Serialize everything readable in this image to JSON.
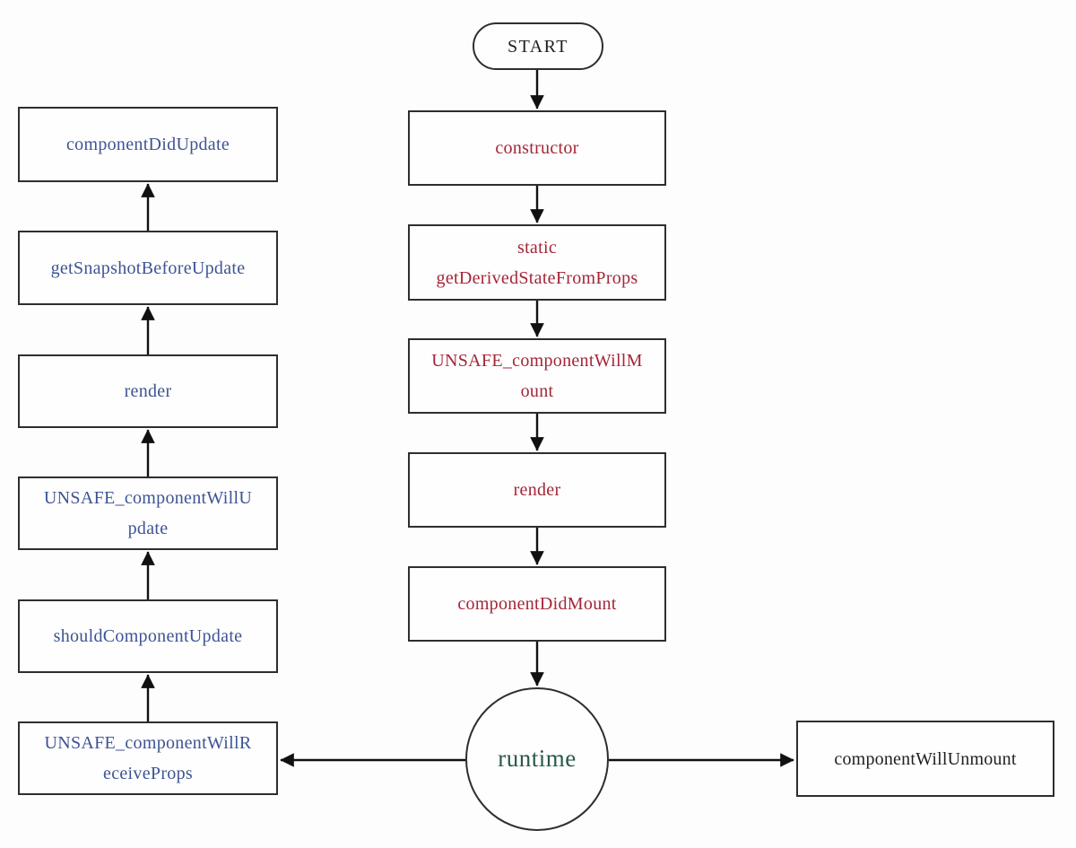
{
  "colors": {
    "update_text": "#3d5494",
    "mount_text": "#a32638",
    "runtime_text": "#29594a",
    "plain_text": "#1f1f1f",
    "box_border": "#2e2e2e",
    "arrow": "#111111",
    "canvas_bg": "#fdfdfd"
  },
  "nodes": {
    "start": {
      "label": "START"
    },
    "constructor": {
      "label": "constructor"
    },
    "get_derived_state_from_props": {
      "label": "static getDerivedStateFromProps"
    },
    "unsafe_component_will_mount": {
      "label": "UNSAFE_componentWillMount"
    },
    "render_mount": {
      "label": "render"
    },
    "component_did_mount": {
      "label": "componentDidMount"
    },
    "runtime": {
      "label": "runtime"
    },
    "component_will_unmount": {
      "label": "componentWillUnmount"
    },
    "unsafe_component_will_receive_props": {
      "label": "UNSAFE_componentWillReceiveProps"
    },
    "should_component_update": {
      "label": "shouldComponentUpdate"
    },
    "unsafe_component_will_update": {
      "label": "UNSAFE_componentWillUpdate"
    },
    "render_update": {
      "label": "render"
    },
    "get_snapshot_before_update": {
      "label": "getSnapshotBeforeUpdate"
    },
    "component_did_update": {
      "label": "componentDidUpdate"
    }
  }
}
